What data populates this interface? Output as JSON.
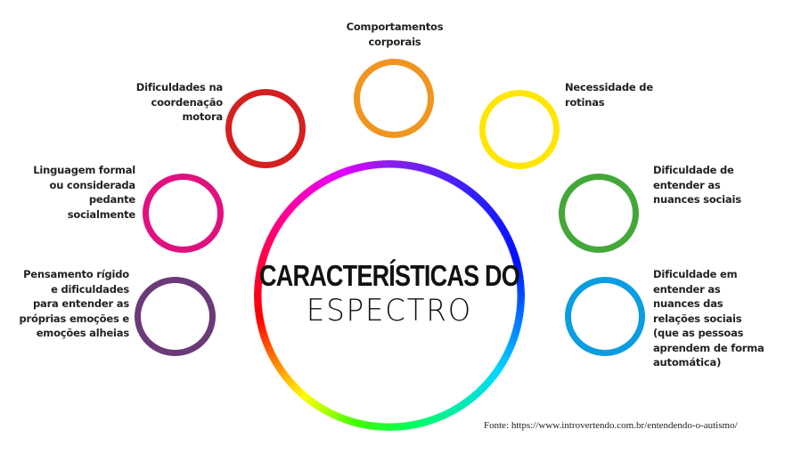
{
  "title": {
    "line1": "CARACTERÍSTICAS DO",
    "line2": "ESPECTRO"
  },
  "items": [
    {
      "label": "Comportamentos\ncorporais",
      "color": "#f0951f"
    },
    {
      "label": "Dificuldades na\ncoordenação\nmotora",
      "color": "#d42020"
    },
    {
      "label": "Necessidade de\nrotinas",
      "color": "#ffe600"
    },
    {
      "label": "Linguagem formal\nou considerada\npedante\nsocialmente",
      "color": "#e0117f"
    },
    {
      "label": "Dificuldade de\nentender as\nnuances sociais",
      "color": "#43a838"
    },
    {
      "label": "Pensamento rígido\ne dificuldades\npara entender as\npróprias emoções e\nemoções alheias",
      "color": "#6b3a78"
    },
    {
      "label": "Dificuldade em\nentender as\nnuances das\nrelações sociais\n(que as pessoas\naprendem de forma\nautomática)",
      "color": "#0a9de0"
    }
  ],
  "source": "Fonte: https://www.introvertendo.com.br/entendendo-o-autismo/"
}
